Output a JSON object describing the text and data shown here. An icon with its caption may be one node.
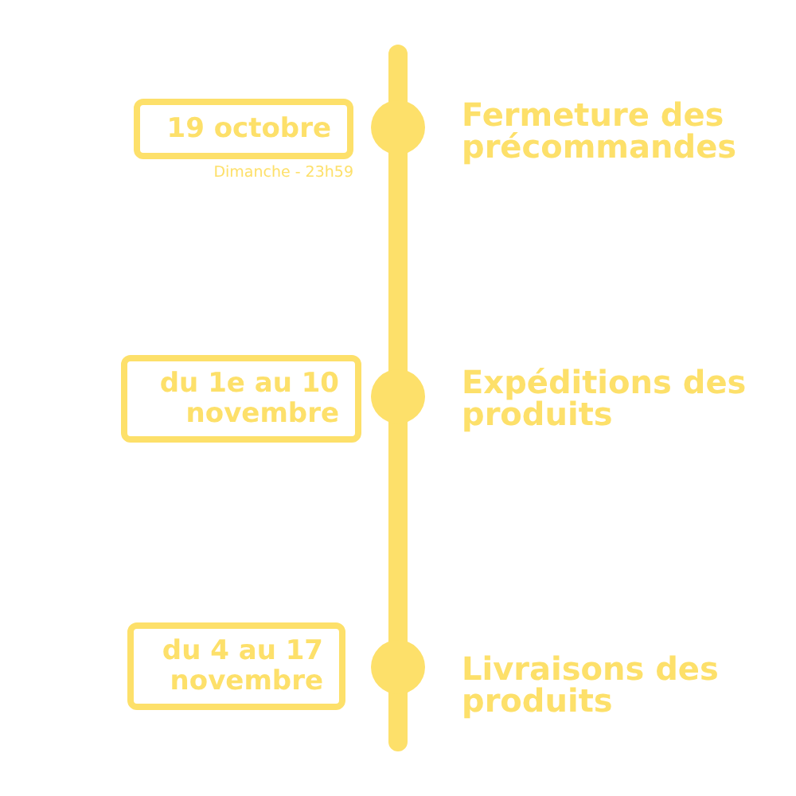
{
  "diagram": {
    "nodes": [
      {
        "text": [
          "19 octobre"
        ],
        "beside": [
          "Dimanche - 23h59"
        ]
      },
      {
        "text": [
          "du 1e au 10 novembre"
        ]
      },
      {
        "text": [
          "du 4 au 17 novembre"
        ]
      }
    ],
    "labels": [
      "Fermeture des précommandes",
      "Expéditions des produits",
      "Livraisons des produits"
    ]
  }
}
